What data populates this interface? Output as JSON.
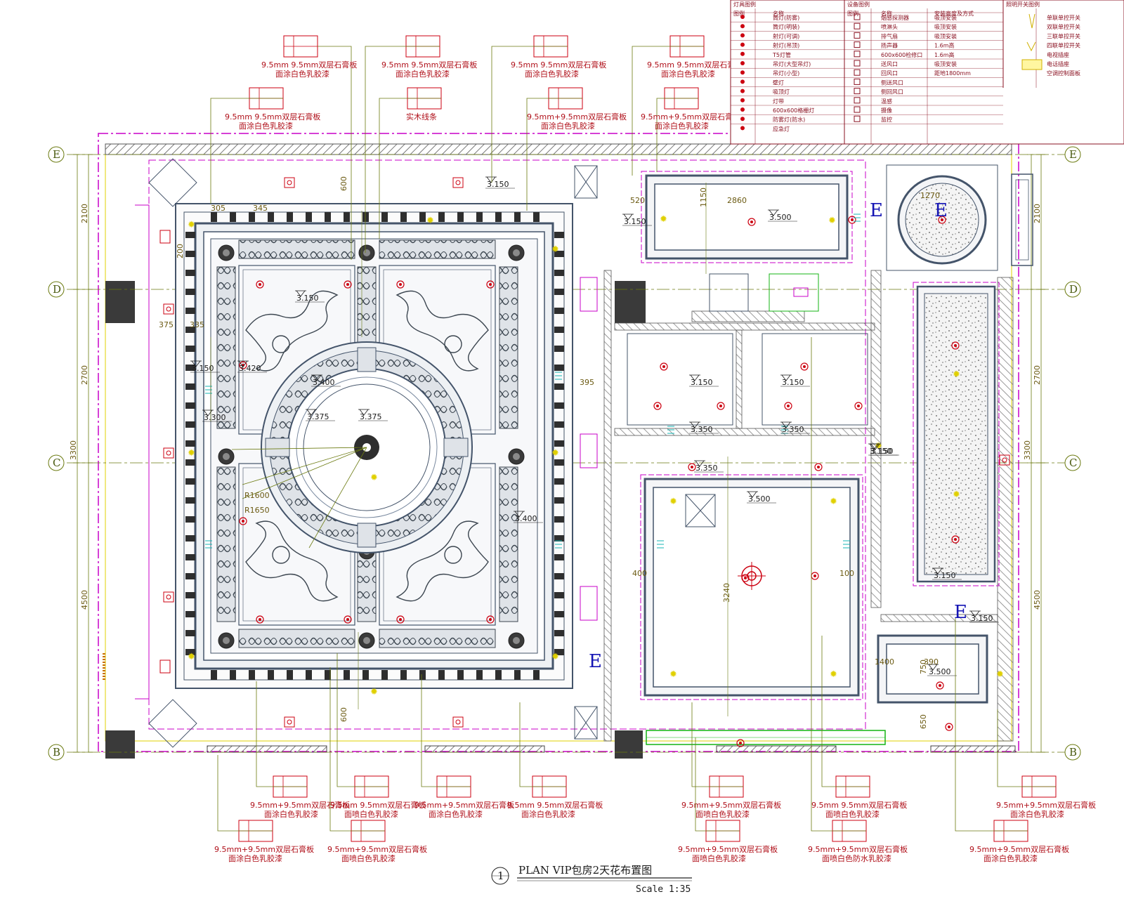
{
  "grid": {
    "labels": [
      "E",
      "D",
      "C",
      "B"
    ]
  },
  "dimensions": {
    "left": [
      "2100",
      "2700",
      "3300",
      "4500"
    ],
    "right": [
      "2100",
      "2700",
      "3300",
      "4500"
    ],
    "plan": [
      "600",
      "600",
      "2860",
      "3240",
      "390",
      "750",
      "400",
      "650",
      "520",
      "1270",
      "1150",
      "1400",
      "100",
      "200",
      "375",
      "345",
      "305",
      "335",
      "R1600",
      "R1650",
      "395"
    ]
  },
  "levels": [
    "3.150",
    "3.150",
    "3.500",
    "3.150",
    "3.150",
    "3.420",
    "3.300",
    "3.400",
    "3.375",
    "3.375",
    "3.350",
    "3.150",
    "3.150",
    "3.350",
    "3.350",
    "3.150",
    "3.500",
    "3.500",
    "3.150",
    "3.150",
    "3.400",
    "3.150"
  ],
  "notes": {
    "board_a": "9.5mm+9.5mm双层石膏板",
    "board_b": "9.5mm 9.5mm双层石膏板",
    "finish_a": "面涂白色乳胶漆",
    "finish_b": "面喷白色乳胶漆",
    "finish_c": "面喷白色防水乳胶漆",
    "wood": "实木线条"
  },
  "legend": {
    "headers": [
      "灯具图例",
      "设备图例",
      "照明开关图例"
    ],
    "subheaders": [
      "图例",
      "名称",
      "图例",
      "名称",
      "安装高度及方式"
    ],
    "lamp_items": [
      "筒灯(防雾)",
      "筒灯(明装)",
      "射灯(可调)",
      "射灯(吊顶)",
      "T5灯管",
      "吊灯(大型吊灯)",
      "吊灯(小型)",
      "壁灯",
      "吸顶灯",
      "灯带",
      "600x600格栅灯",
      "防雾灯(防水)",
      "应急灯"
    ],
    "device_items": [
      "烟感探测器",
      "喷淋头",
      "排气扇",
      "扬声器",
      "600x600检修口",
      "送风口",
      "回风口",
      "侧送风口",
      "侧回风口",
      "温感",
      "摄像",
      "监控"
    ],
    "device_heights": [
      "吸顶安装",
      "吸顶安装",
      "吸顶安装",
      "1.6m高",
      "1.6m高",
      "吸顶安装",
      "距地1800mm"
    ],
    "switch_items": [
      "单联单控开关",
      "双联单控开关",
      "三联单控开关",
      "四联单控开关",
      "电视插座",
      "电话插座",
      "空调控制面板"
    ]
  },
  "equipment_tag": "E",
  "title": {
    "number": "1",
    "text": "PLAN  VIP包房2天花布置图",
    "scale": "Scale 1:35"
  },
  "colors": {
    "magenta": "#c800c8",
    "olive": "#6b7a10",
    "red": "#cc0010",
    "slate": "#44546a",
    "hatch": "#8a8a8a",
    "green": "#14b414",
    "blue": "#1414b4"
  }
}
